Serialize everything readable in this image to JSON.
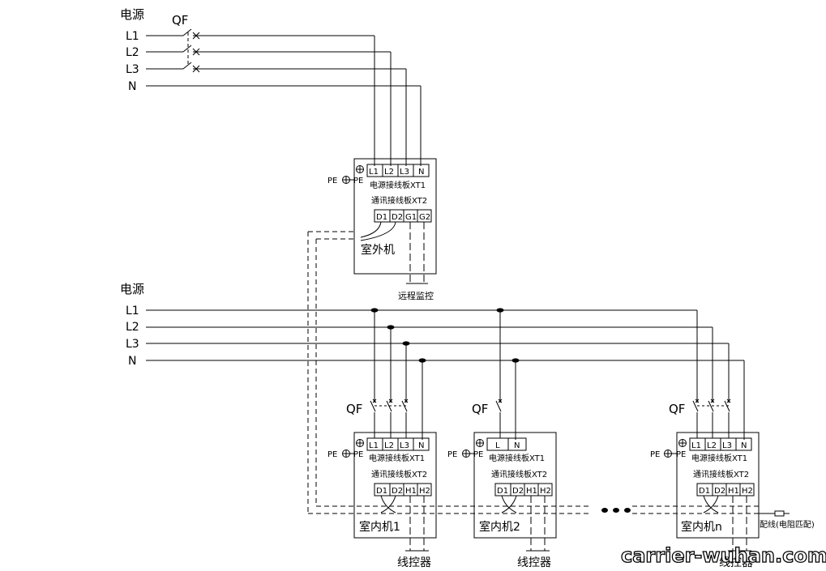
{
  "power_label": "电源",
  "breaker_label": "QF",
  "phases": [
    "L1",
    "L2",
    "L3",
    "N"
  ],
  "terminals": {
    "pe": "PE",
    "power_board": "电源接线板XT1",
    "comm_board": "通讯接线板XT2",
    "three_phase": [
      "L1",
      "L2",
      "L3",
      "N"
    ],
    "single_phase": [
      "L",
      "N"
    ],
    "outdoor_comm": [
      "D1",
      "D2",
      "G1",
      "G2"
    ],
    "indoor_comm": [
      "D1",
      "D2",
      "H1",
      "H2"
    ]
  },
  "units": {
    "outdoor": "室外机",
    "indoor_1": "室内机1",
    "indoor_2": "室内机2",
    "indoor_n": "室内机n"
  },
  "remote_monitor": "远程监控",
  "wired_controller": "线控器",
  "matching_resistor": "配线(电阻匹配)",
  "watermark": "carrier-wuhan.com"
}
